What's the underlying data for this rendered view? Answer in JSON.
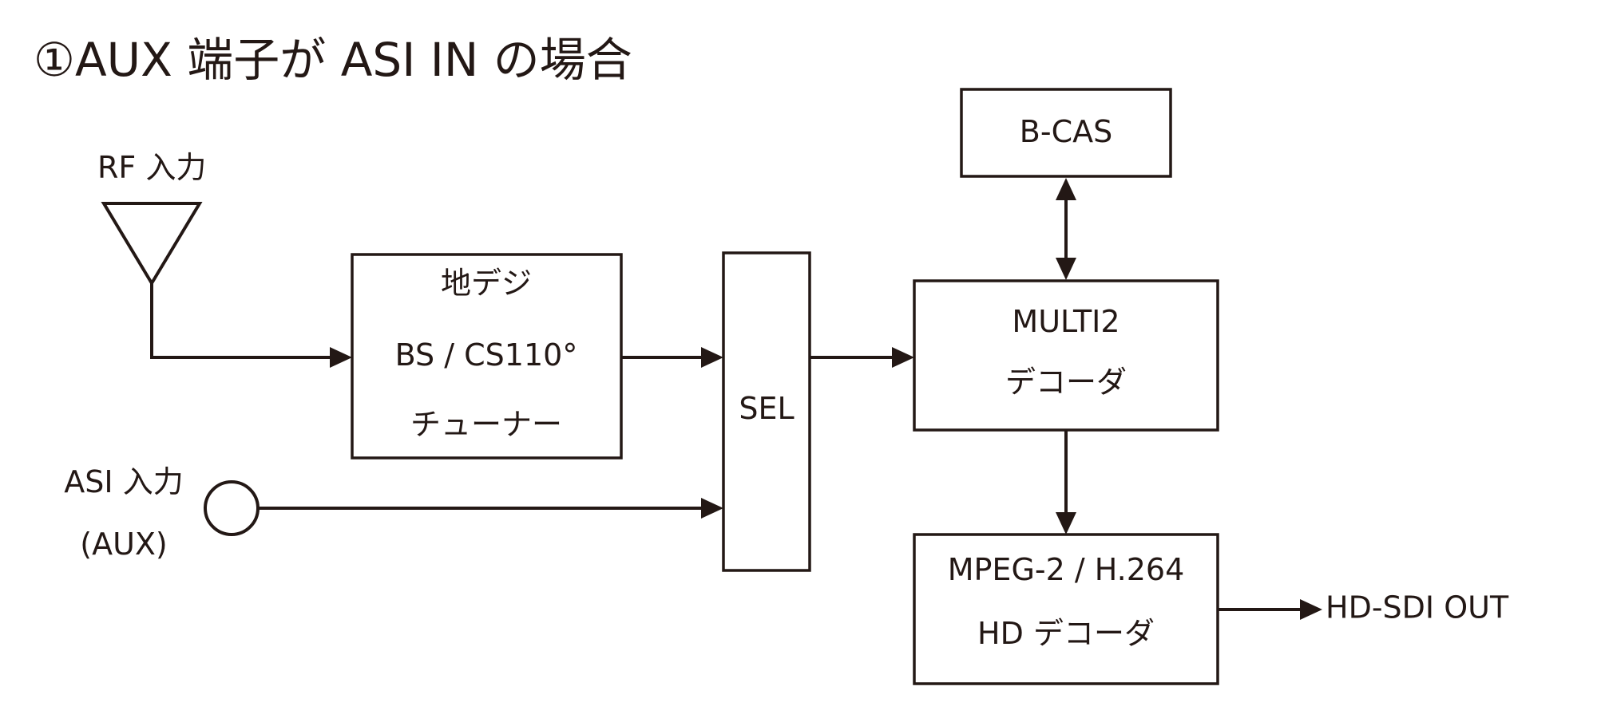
{
  "title": "①AUX 端子が ASI IN の場合",
  "inputs": {
    "rf_label": "RF 入力",
    "asi_label_line1": "ASI 入力",
    "asi_label_line2": "(AUX)"
  },
  "boxes": {
    "tuner_line1": "地デジ",
    "tuner_line2": "BS / CS110°",
    "tuner_line3": "チューナー",
    "sel": "SEL",
    "bcas": "B-CAS",
    "multi2_line1": "MULTI2",
    "multi2_line2": "デコーダ",
    "hd_line1": "MPEG-2 / H.264",
    "hd_line2": "HD デコーダ"
  },
  "output": {
    "label": "HD-SDI OUT"
  }
}
